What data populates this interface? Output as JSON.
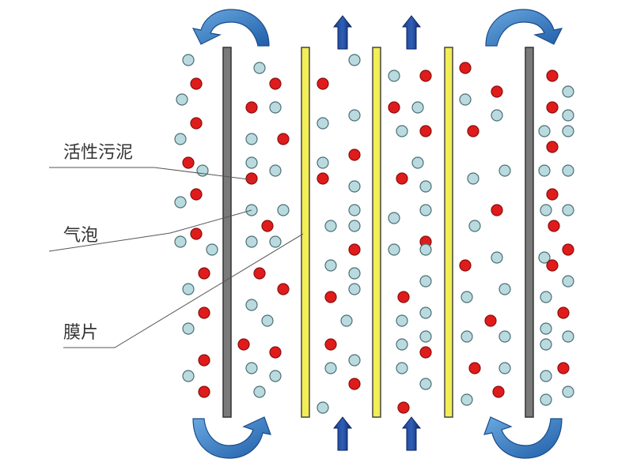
{
  "labels": {
    "sludge": "活性污泥",
    "bubble": "气泡",
    "membrane": "膜片"
  },
  "colors": {
    "bubble": "#b9dbe0",
    "sludge": "#e01b1b",
    "membrane": "#f2ee55",
    "baffle": "#7a7a7a",
    "arrow_dark": "#0d2f7a",
    "arrow_light": "#3a7cc0"
  },
  "icons": {
    "flow_arrow": "arrow-up-icon",
    "circulation": "circular-arrow-icon"
  }
}
